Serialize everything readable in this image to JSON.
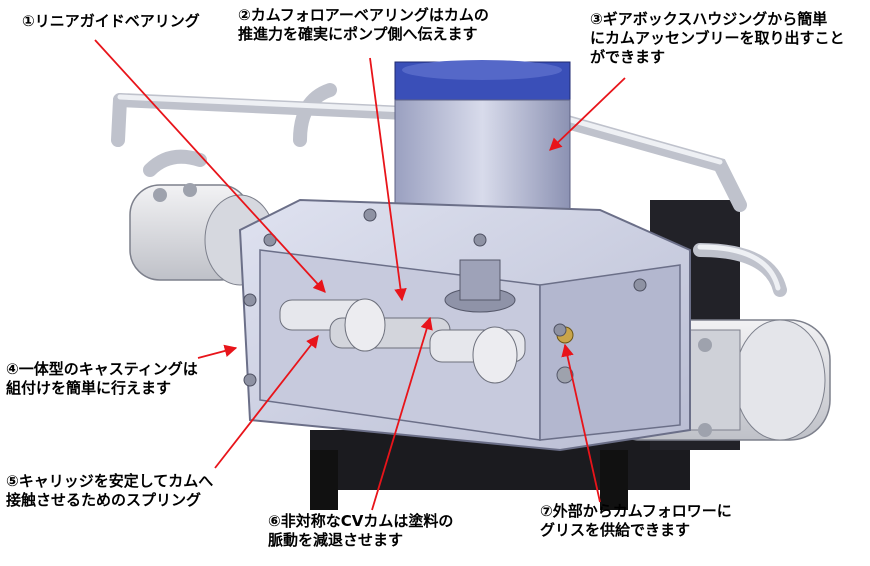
{
  "colors": {
    "arrow": "#e8141a",
    "housing": "#cfd3e6",
    "housing_edge": "#6b6f88",
    "motor_blue": "#3a4fb8",
    "pipe": "#d9dbe2",
    "dark_base": "#1b1b1f"
  },
  "labels": {
    "l1": [
      "①リニアガイドベアリング"
    ],
    "l2": [
      "②カムフォロアーベアリングはカムの",
      "推進力を確実にポンプ側へ伝えます"
    ],
    "l3": [
      "③ギアボックスハウジングから簡単",
      "にカムアッセンブリーを取り出すこと",
      "ができます"
    ],
    "l4": [
      "④一体型のキャスティングは",
      "組付けを簡単に行えます"
    ],
    "l5": [
      "⑤キャリッジを安定してカムへ",
      "接触させるためのスプリング"
    ],
    "l6": [
      "⑥非対称なCVカムは塗料の",
      "脈動を減退させます"
    ],
    "l7": [
      "⑦外部からカムフォロワーに",
      "グリスを供給できます"
    ]
  }
}
